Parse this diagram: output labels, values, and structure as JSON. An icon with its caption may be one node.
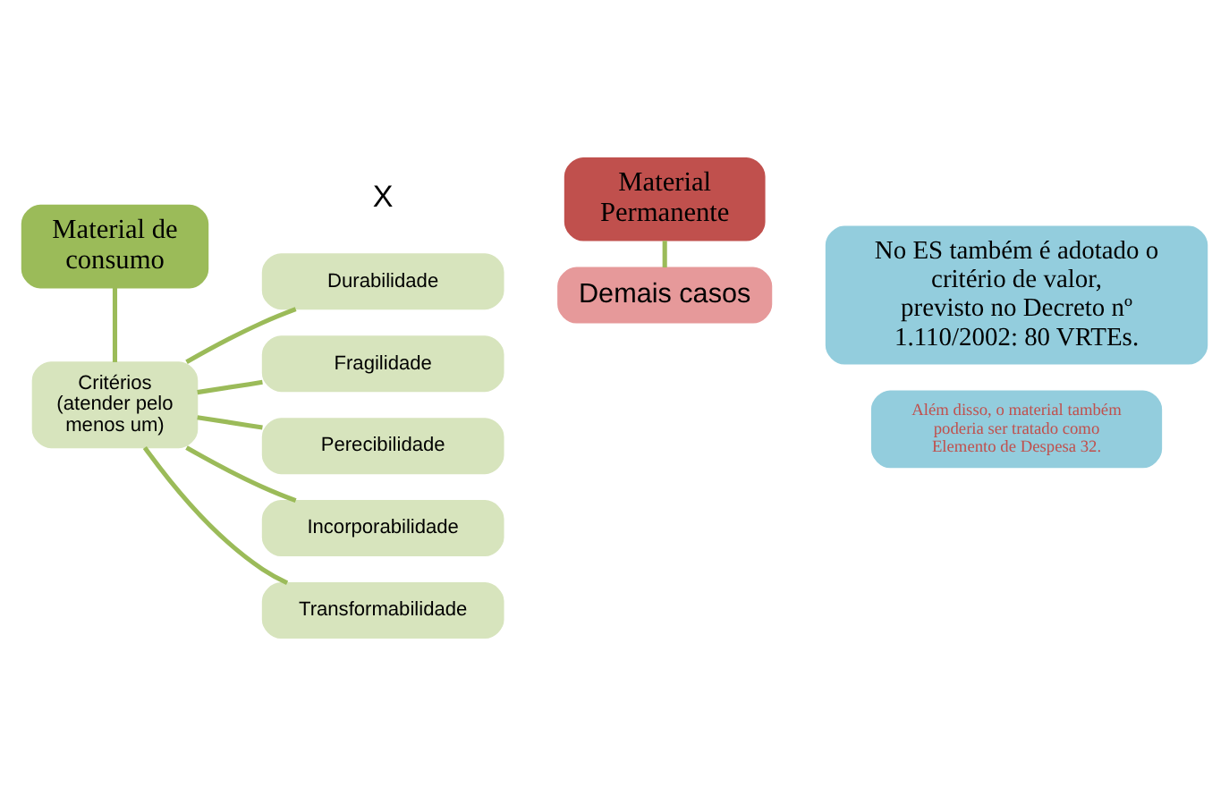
{
  "diagram": {
    "nodes": [
      {
        "text": [
          "Material de consumo"
        ]
      },
      {
        "text": [
          "Material Permanente"
        ]
      },
      {
        "text": [
          "Critérios (atender pelo menos um)"
        ]
      },
      {
        "text": [
          "Durabilidade"
        ]
      },
      {
        "text": [
          "Fragilidade"
        ]
      },
      {
        "text": [
          "Perecibilidade"
        ]
      },
      {
        "text": [
          "Incorporabilidade"
        ]
      },
      {
        "text": [
          "Transformabilidade"
        ]
      },
      {
        "text": [
          "Demais casos"
        ]
      },
      {
        "text": [
          "No ES também é adotado o critério de valor, previsto no Decreto nº 1.110/2002: 80 VRTEs."
        ]
      },
      {
        "text": [
          "Além disso, o material também poderia ser tratado como Elemento de Despesa 32."
        ]
      }
    ],
    "edges": [
      {
        "from": 0,
        "to": 2,
        "arrow": "none"
      },
      {
        "from": 2,
        "to": 3,
        "arrow": "none"
      },
      {
        "from": 2,
        "to": 4,
        "arrow": "none"
      },
      {
        "from": 2,
        "to": 5,
        "arrow": "none"
      },
      {
        "from": 2,
        "to": 6,
        "arrow": "none"
      },
      {
        "from": 2,
        "to": 7,
        "arrow": "none"
      },
      {
        "from": 1,
        "to": 8,
        "arrow": "none"
      }
    ],
    "labels": [
      "X"
    ]
  }
}
